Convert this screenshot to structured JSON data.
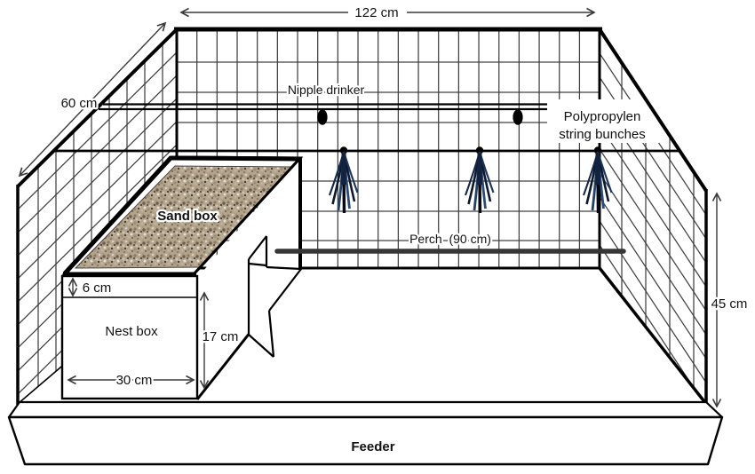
{
  "figure": {
    "kind": "cage schematic drawing"
  },
  "labels": {
    "width_top": "122 cm",
    "depth_left": "60 cm",
    "height_right": "45 cm",
    "nipple_drinker": "Nipple drinker",
    "string_bunches_line1": "Polypropylen",
    "string_bunches_line2": "string bunches",
    "sand_box": "Sand box",
    "sand_lip_height": "6 cm",
    "nest_box": "Nest box",
    "nest_box_height": "17 cm",
    "nest_box_width": "30 cm",
    "perch": "Perch  (90 cm)",
    "feeder": "Feeder"
  },
  "colors": {
    "line": "#000000",
    "mesh": "#404040",
    "dimension": "#3a3a3a",
    "sand_base": "#b3a48e",
    "tassel_dark": "#0d1a2e",
    "tassel_mid": "#244063",
    "tassel_light": "#35567d",
    "perch": "#363636",
    "background": "#ffffff"
  }
}
